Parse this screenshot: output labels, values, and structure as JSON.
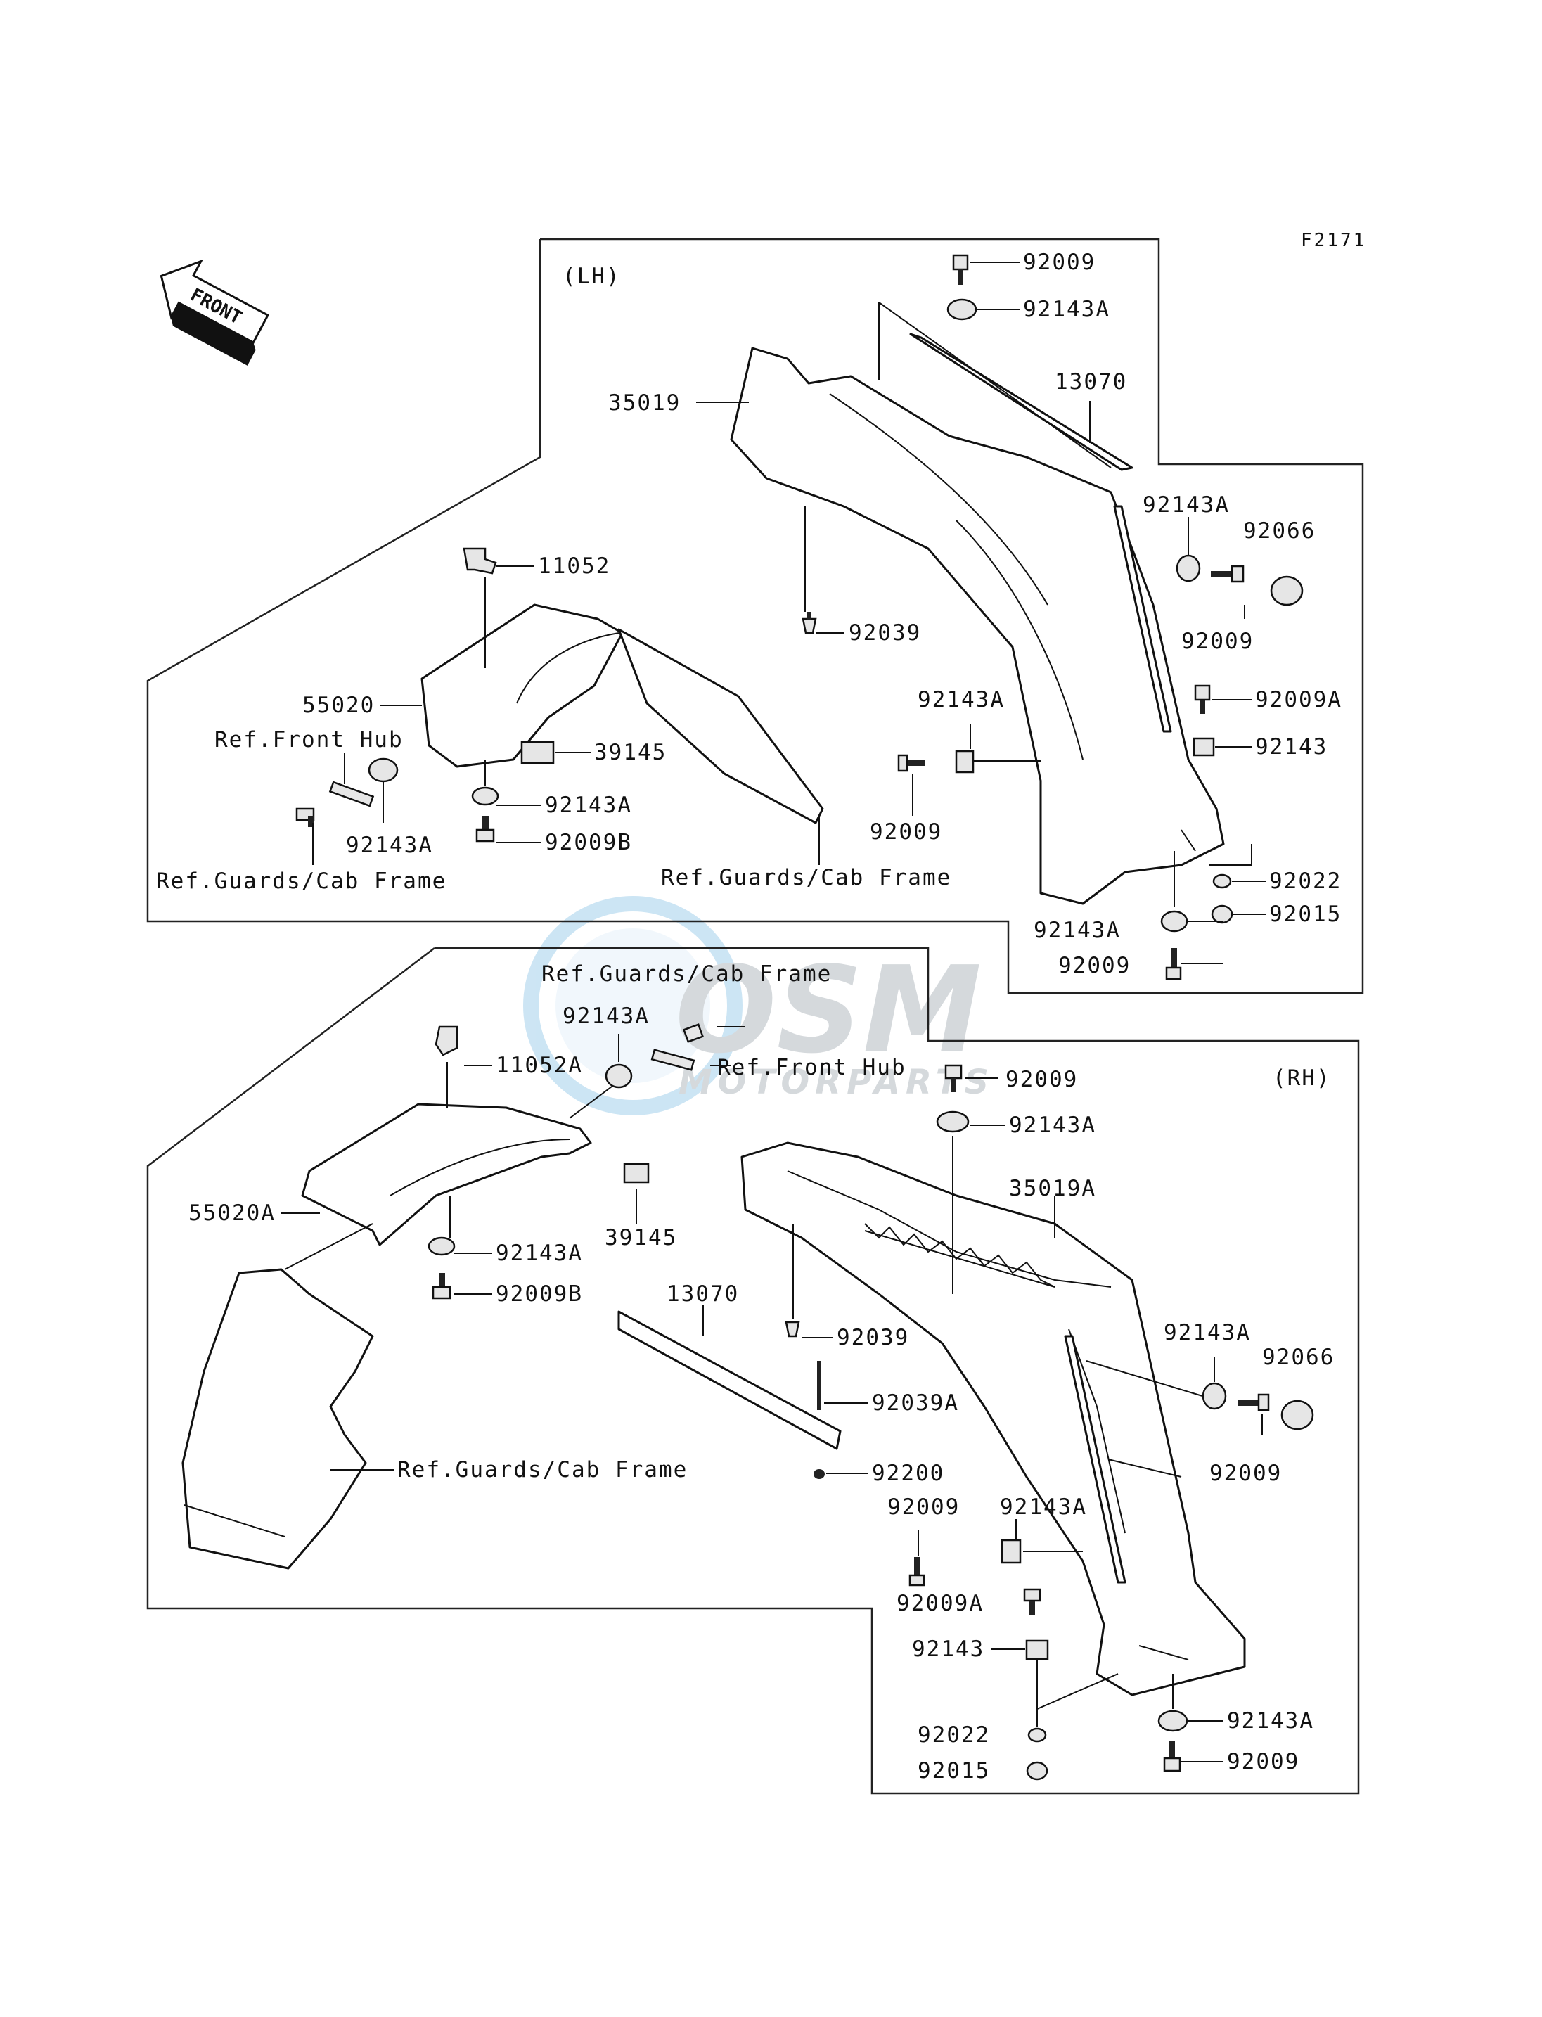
{
  "diagram": {
    "code": "F2171",
    "front_arrow_label": "FRONT",
    "watermark": {
      "brand": "OSM",
      "sub": "MOTORPARTS"
    },
    "lh": {
      "section_label": "(LH)",
      "parts": {
        "p92009_top": "92009",
        "p92143A_top": "92143A",
        "p13070": "13070",
        "p35019": "35019",
        "p92143A_r": "92143A",
        "p92066": "92066",
        "p92009_r": "92009",
        "p92009A": "92009A",
        "p92143": "92143",
        "p92039": "92039",
        "p92143A_mid": "92143A",
        "p92009_mid": "92009",
        "p92022": "92022",
        "p92015": "92015",
        "p92143A_bot": "92143A",
        "p92009_bot": "92009",
        "p11052": "11052",
        "p55020": "55020",
        "ref_front_hub": "Ref.Front Hub",
        "p39145": "39145",
        "p92143A_l": "92143A",
        "p92143A_l2": "92143A",
        "p92009B": "92009B",
        "ref_guards_1": "Ref.Guards/Cab Frame",
        "ref_guards_2": "Ref.Guards/Cab Frame"
      }
    },
    "rh": {
      "section_label": "(RH)",
      "parts": {
        "ref_guards_top": "Ref.Guards/Cab Frame",
        "p92143A_tl": "92143A",
        "p11052A": "11052A",
        "ref_front_hub": "Ref.Front Hub",
        "p92009_top": "92009",
        "p92143A_top": "92143A",
        "p35019A": "35019A",
        "p55020A": "55020A",
        "p92143A_l": "92143A",
        "p92009B": "92009B",
        "p39145": "39145",
        "p13070": "13070",
        "p92039": "92039",
        "p92039A": "92039A",
        "p92200": "92200",
        "ref_guards_bot": "Ref.Guards/Cab Frame",
        "p92143A_r": "92143A",
        "p92066": "92066",
        "p92009_r": "92009",
        "p92009_mid": "92009",
        "p92143A_mid": "92143A",
        "p92009A": "92009A",
        "p92143": "92143",
        "p92022": "92022",
        "p92015": "92015",
        "p92143A_bot": "92143A",
        "p92009_bot": "92009"
      }
    }
  }
}
